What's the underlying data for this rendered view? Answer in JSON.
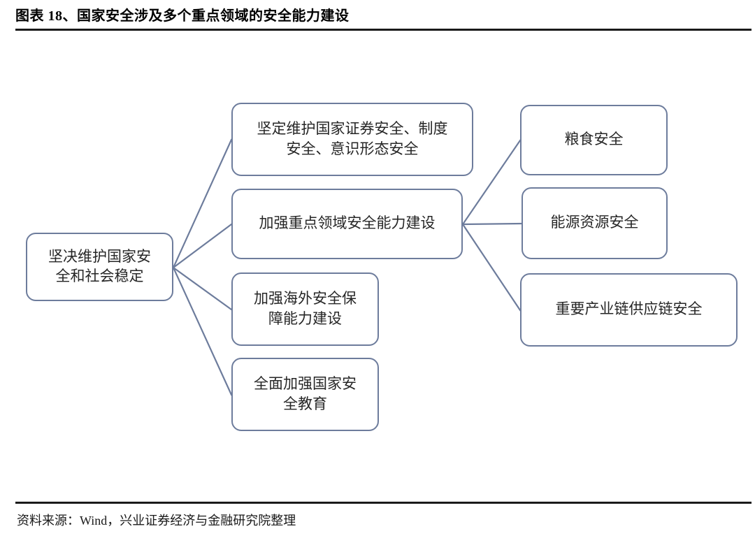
{
  "header": {
    "title": "图表 18、国家安全涉及多个重点领域的安全能力建设"
  },
  "footer": {
    "source": "资料来源：Wind，兴业证券经济与金融研究院整理"
  },
  "colors": {
    "node_border": "#6d7c9c",
    "connector": "#6d7c9c",
    "rule": "#1a1a1a",
    "text": "#262626"
  },
  "chart_data": {
    "type": "diagram",
    "title": "图表 18、国家安全涉及多个重点领域的安全能力建设",
    "nodes": [
      {
        "id": "root",
        "label": "坚决维护国家安\n全和社会稳定",
        "level": 0
      },
      {
        "id": "branch-0",
        "label": "坚定维护国家证券安全、制度\n安全、意识形态安全",
        "level": 1
      },
      {
        "id": "branch-1",
        "label": "加强重点领域安全能力建设",
        "level": 1
      },
      {
        "id": "branch-2",
        "label": "加强海外安全保\n障能力建设",
        "level": 1
      },
      {
        "id": "branch-3",
        "label": "全面加强国家安\n全教育",
        "level": 1
      },
      {
        "id": "leaf-0",
        "label": "粮食安全",
        "level": 2
      },
      {
        "id": "leaf-1",
        "label": "能源资源安全",
        "level": 2
      },
      {
        "id": "leaf-2",
        "label": "重要产业链供应链安全",
        "level": 2
      }
    ],
    "edges": [
      {
        "from": "root",
        "to": "branch-0"
      },
      {
        "from": "root",
        "to": "branch-1"
      },
      {
        "from": "root",
        "to": "branch-2"
      },
      {
        "from": "root",
        "to": "branch-3"
      },
      {
        "from": "branch-1",
        "to": "leaf-0"
      },
      {
        "from": "branch-1",
        "to": "leaf-1"
      },
      {
        "from": "branch-1",
        "to": "leaf-2"
      }
    ]
  }
}
